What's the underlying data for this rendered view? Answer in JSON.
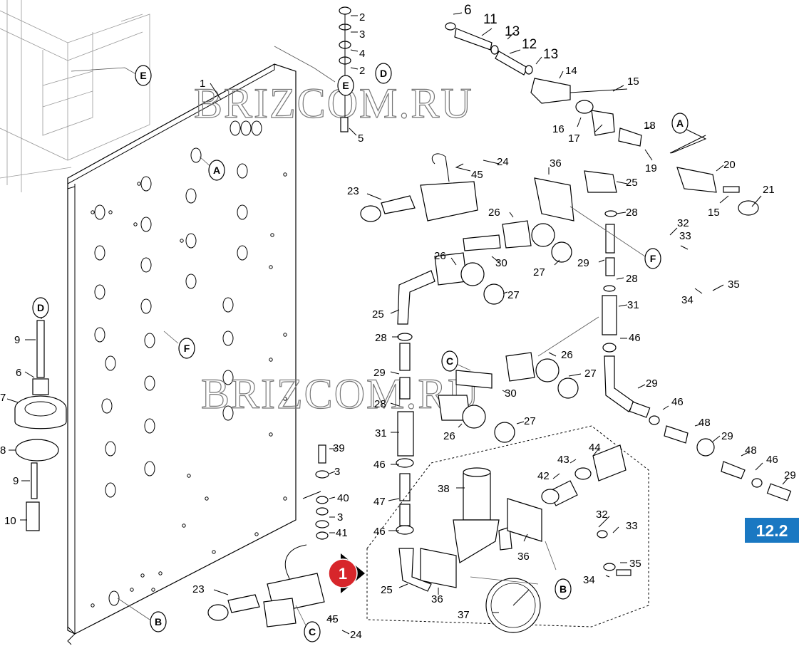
{
  "watermark": "BRIZCOM.RU",
  "badge": {
    "text": "12.2",
    "color": "#1a78c2"
  },
  "step_marker": {
    "text": "1",
    "color": "#d7262b"
  },
  "connectors": [
    "A",
    "B",
    "C",
    "D",
    "E",
    "F"
  ],
  "labels": {
    "l1": "1",
    "l2a": "2",
    "l3a": "3",
    "l4": "4",
    "l2b": "2",
    "l5": "5",
    "l6a": "6",
    "l11": "11",
    "l13a": "13",
    "l12": "12",
    "l13b": "13",
    "l14": "14",
    "l15a": "15",
    "l16": "16",
    "l17": "17",
    "l18": "18",
    "l19": "19",
    "l20": "20",
    "l15b": "15",
    "l21": "21",
    "l24a": "24",
    "l45a": "45",
    "l36a": "36",
    "l23a": "23",
    "l25a": "25",
    "l26a": "26",
    "l28a": "28",
    "l30a": "30",
    "l27a": "27",
    "l32a": "32",
    "l33a": "33",
    "l26b": "26",
    "l29a": "29",
    "l28b": "28",
    "l27b": "27",
    "l34a": "34",
    "l35a": "35",
    "l25b": "25",
    "l31a": "31",
    "l28c": "28",
    "l46a": "46",
    "l26c": "26",
    "l29b": "29",
    "l27c": "27",
    "l30b": "30",
    "l28d": "28",
    "l29c": "29",
    "l46b": "46",
    "l31b": "31",
    "l27d": "27",
    "l26d": "26",
    "l48a": "48",
    "l29d": "29",
    "l46c": "46",
    "l48b": "48",
    "l46d": "46",
    "l29e": "29",
    "l44": "44",
    "l43": "43",
    "l42": "42",
    "l47": "47",
    "l38": "38",
    "l46e": "46",
    "l39": "39",
    "l3b": "3",
    "l40": "40",
    "l3c": "3",
    "l41": "41",
    "l32b": "32",
    "l33b": "33",
    "l36b": "36",
    "l35b": "35",
    "l34b": "34",
    "l25c": "25",
    "l36c": "36",
    "l37": "37",
    "l23b": "23",
    "l45b": "45",
    "l24b": "24",
    "l9a": "9",
    "l6b": "6",
    "l7": "7",
    "l8": "8",
    "l9b": "9",
    "l10": "10"
  }
}
